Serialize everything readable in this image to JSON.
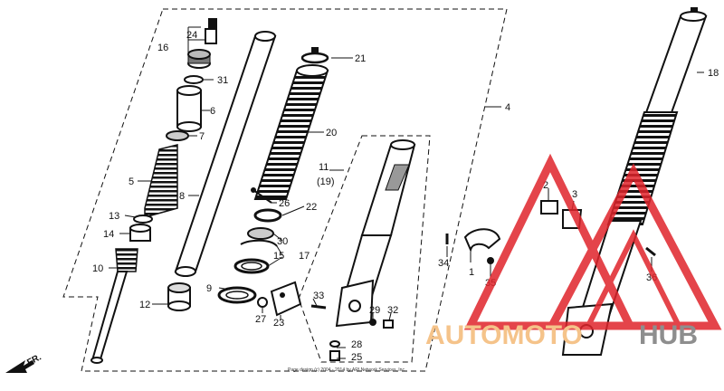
{
  "callouts": {
    "c1": "1",
    "c2": "2",
    "c3": "3",
    "c4": "4",
    "c5": "5",
    "c6": "6",
    "c7": "7",
    "c8": "8",
    "c9": "9",
    "c10": "10",
    "c11": "11",
    "c11b": "(19)",
    "c12": "12",
    "c13": "13",
    "c14": "14",
    "c15": "15",
    "c16": "16",
    "c17": "17",
    "c18": "18",
    "c20": "20",
    "c21": "21",
    "c22": "22",
    "c23": "23",
    "c24": "24",
    "c25": "25",
    "c26": "26",
    "c27": "27",
    "c28": "28",
    "c29": "29",
    "c30": "30",
    "c31": "31",
    "c32": "32",
    "c33": "33",
    "c34": "34",
    "c35": "35",
    "c36": "36"
  },
  "direction_label": "FR.",
  "footer": "Page design (c) 2004 - 2014 by ARI Network Services, Inc.",
  "watermark": {
    "left": "AUTOMOTO",
    "right": "HUB"
  },
  "colors": {
    "watermark_red": "#e0242b",
    "watermark_orange": "#f5c38a",
    "watermark_gray": "#8e8e8e"
  }
}
